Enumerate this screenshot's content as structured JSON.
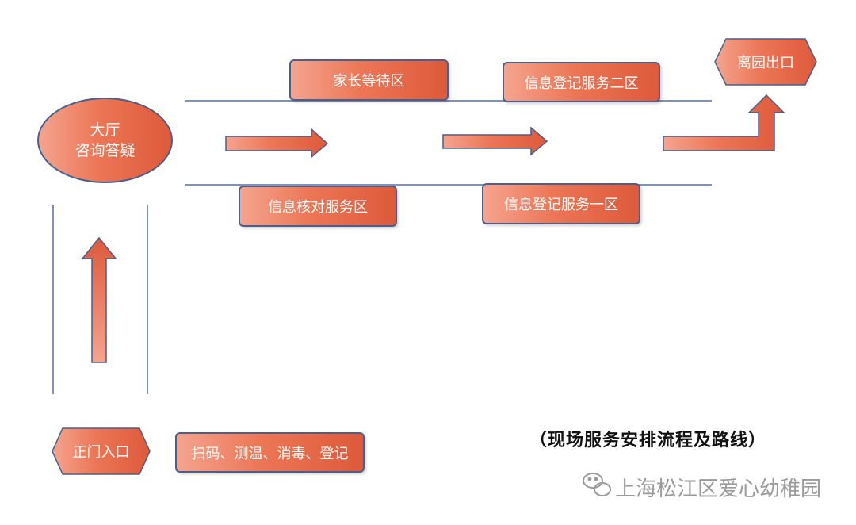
{
  "nodes": {
    "hall_line1": "大厅",
    "hall_line2": "咨询答疑",
    "parent_waiting": "家长等待区",
    "info_check": "信息核对服务区",
    "info_reg_1": "信息登记服务一区",
    "info_reg_2": "信息登记服务二区",
    "exit": "离园出口",
    "entrance": "正门入口",
    "steps": "扫码、测温、消毒、登记"
  },
  "caption": "（现场服务安排流程及路线）",
  "watermark": "上海松江区爱心幼稚园",
  "colors": {
    "fill_start": "#f5a48f",
    "fill_end": "#dd5a3b",
    "border": "#4a5f8c",
    "line": "#5a6fa0"
  }
}
